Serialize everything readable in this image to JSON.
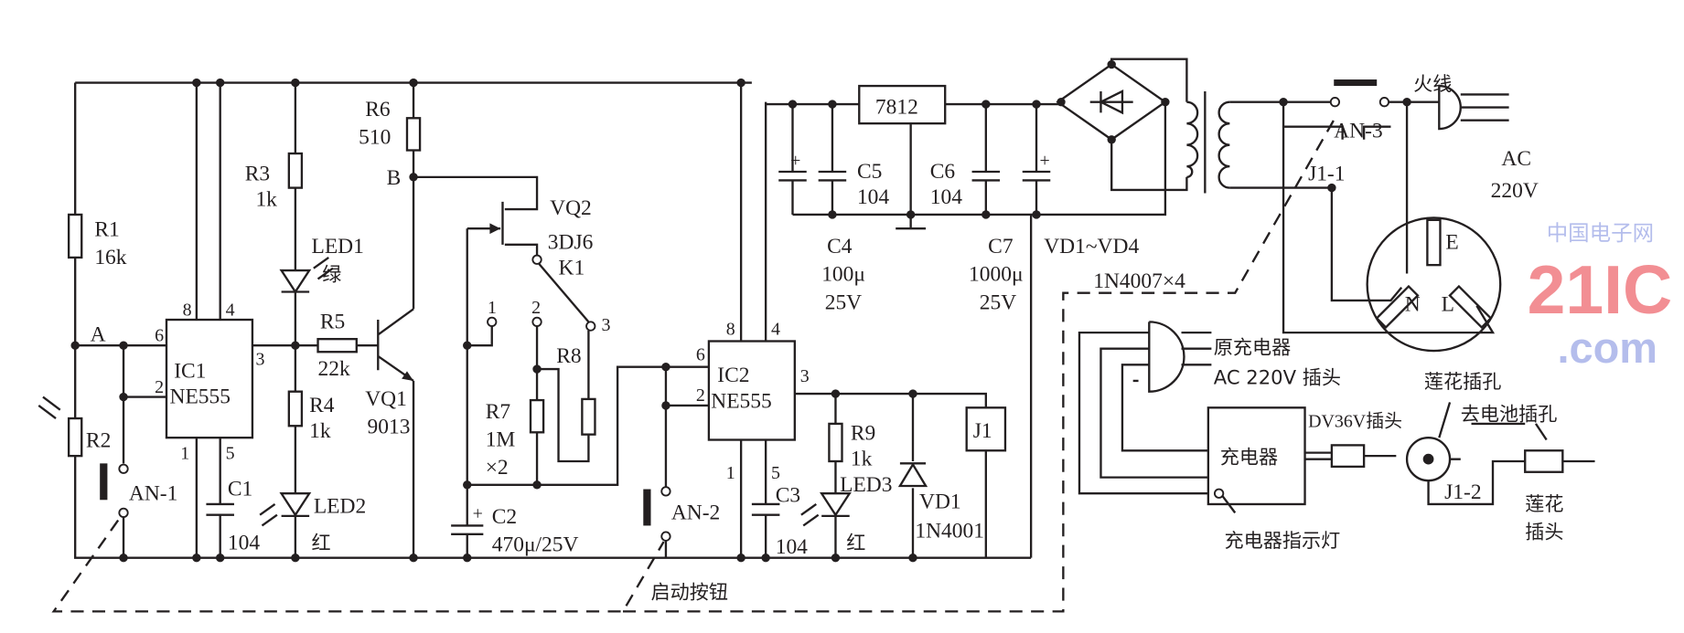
{
  "title": "Battery charger auto-cutoff circuit schematic",
  "watermark": {
    "logo": "21IC",
    "domain": ".com",
    "cn": "中国电子网"
  },
  "labels": {
    "R1": "R1",
    "R1v": "16k",
    "R2": "R2",
    "A": "A",
    "R3": "R3",
    "R3v": "1k",
    "LED1": "LED1",
    "LED1c": "绿",
    "R5": "R5",
    "R5v": "22k",
    "R4": "R4",
    "R4v": "1k",
    "LED2": "LED2",
    "LED2c": "红",
    "C1": "C1",
    "C1v": "104",
    "AN1": "AN-1",
    "IC1": "IC1",
    "IC1t": "NE555",
    "R6": "R6",
    "R6v": "510",
    "B": "B",
    "VQ1": "VQ1",
    "VQ1t": "9013",
    "VQ2": "VQ2",
    "VQ2t": "3DJ6",
    "K1": "K1",
    "k1": "1",
    "k2": "2",
    "k3": "3",
    "R7": "R7",
    "R7v": "1M",
    "R7x": "×2",
    "R8": "R8",
    "C2": "C2",
    "C2v": "470μ/25V",
    "IC2": "IC2",
    "IC2t": "NE555",
    "AN2": "AN-2",
    "C3": "C3",
    "C3v": "104",
    "R9": "R9",
    "R9v": "1k",
    "LED3": "LED3",
    "LED3c": "红",
    "VD1": "VD1",
    "VD1t": "1N4001",
    "J1": "J1",
    "reg": "7812",
    "C4": "C4",
    "C4v": "100μ",
    "C4u": "25V",
    "C5": "C5",
    "C5v": "104",
    "C6": "C6",
    "C6v": "104",
    "C7": "C7",
    "C7v": "1000μ",
    "C7u": "25V",
    "VD": "VD1~VD4",
    "VDt": "1N4007×4",
    "AN3": "AN-3",
    "J11": "J1-1",
    "live": "火线",
    "AC": "AC",
    "ACv": "220V",
    "E": "E",
    "N": "N",
    "L": "L",
    "orig1": "原充电器",
    "orig2": "AC  220V  插头",
    "dc": "DV36V插头",
    "charger": "充电器",
    "lotusJack": "莲花插孔",
    "toBat": "去电池插孔",
    "J12": "J1-2",
    "lotusPlug1": "莲花",
    "lotusPlug2": "插头",
    "indicator": "充电器指示灯",
    "start": "启动按钮"
  },
  "pins": {
    "p8": "8",
    "p4": "4",
    "p6": "6",
    "p2": "2",
    "p3": "3",
    "p1": "1",
    "p5": "5"
  }
}
